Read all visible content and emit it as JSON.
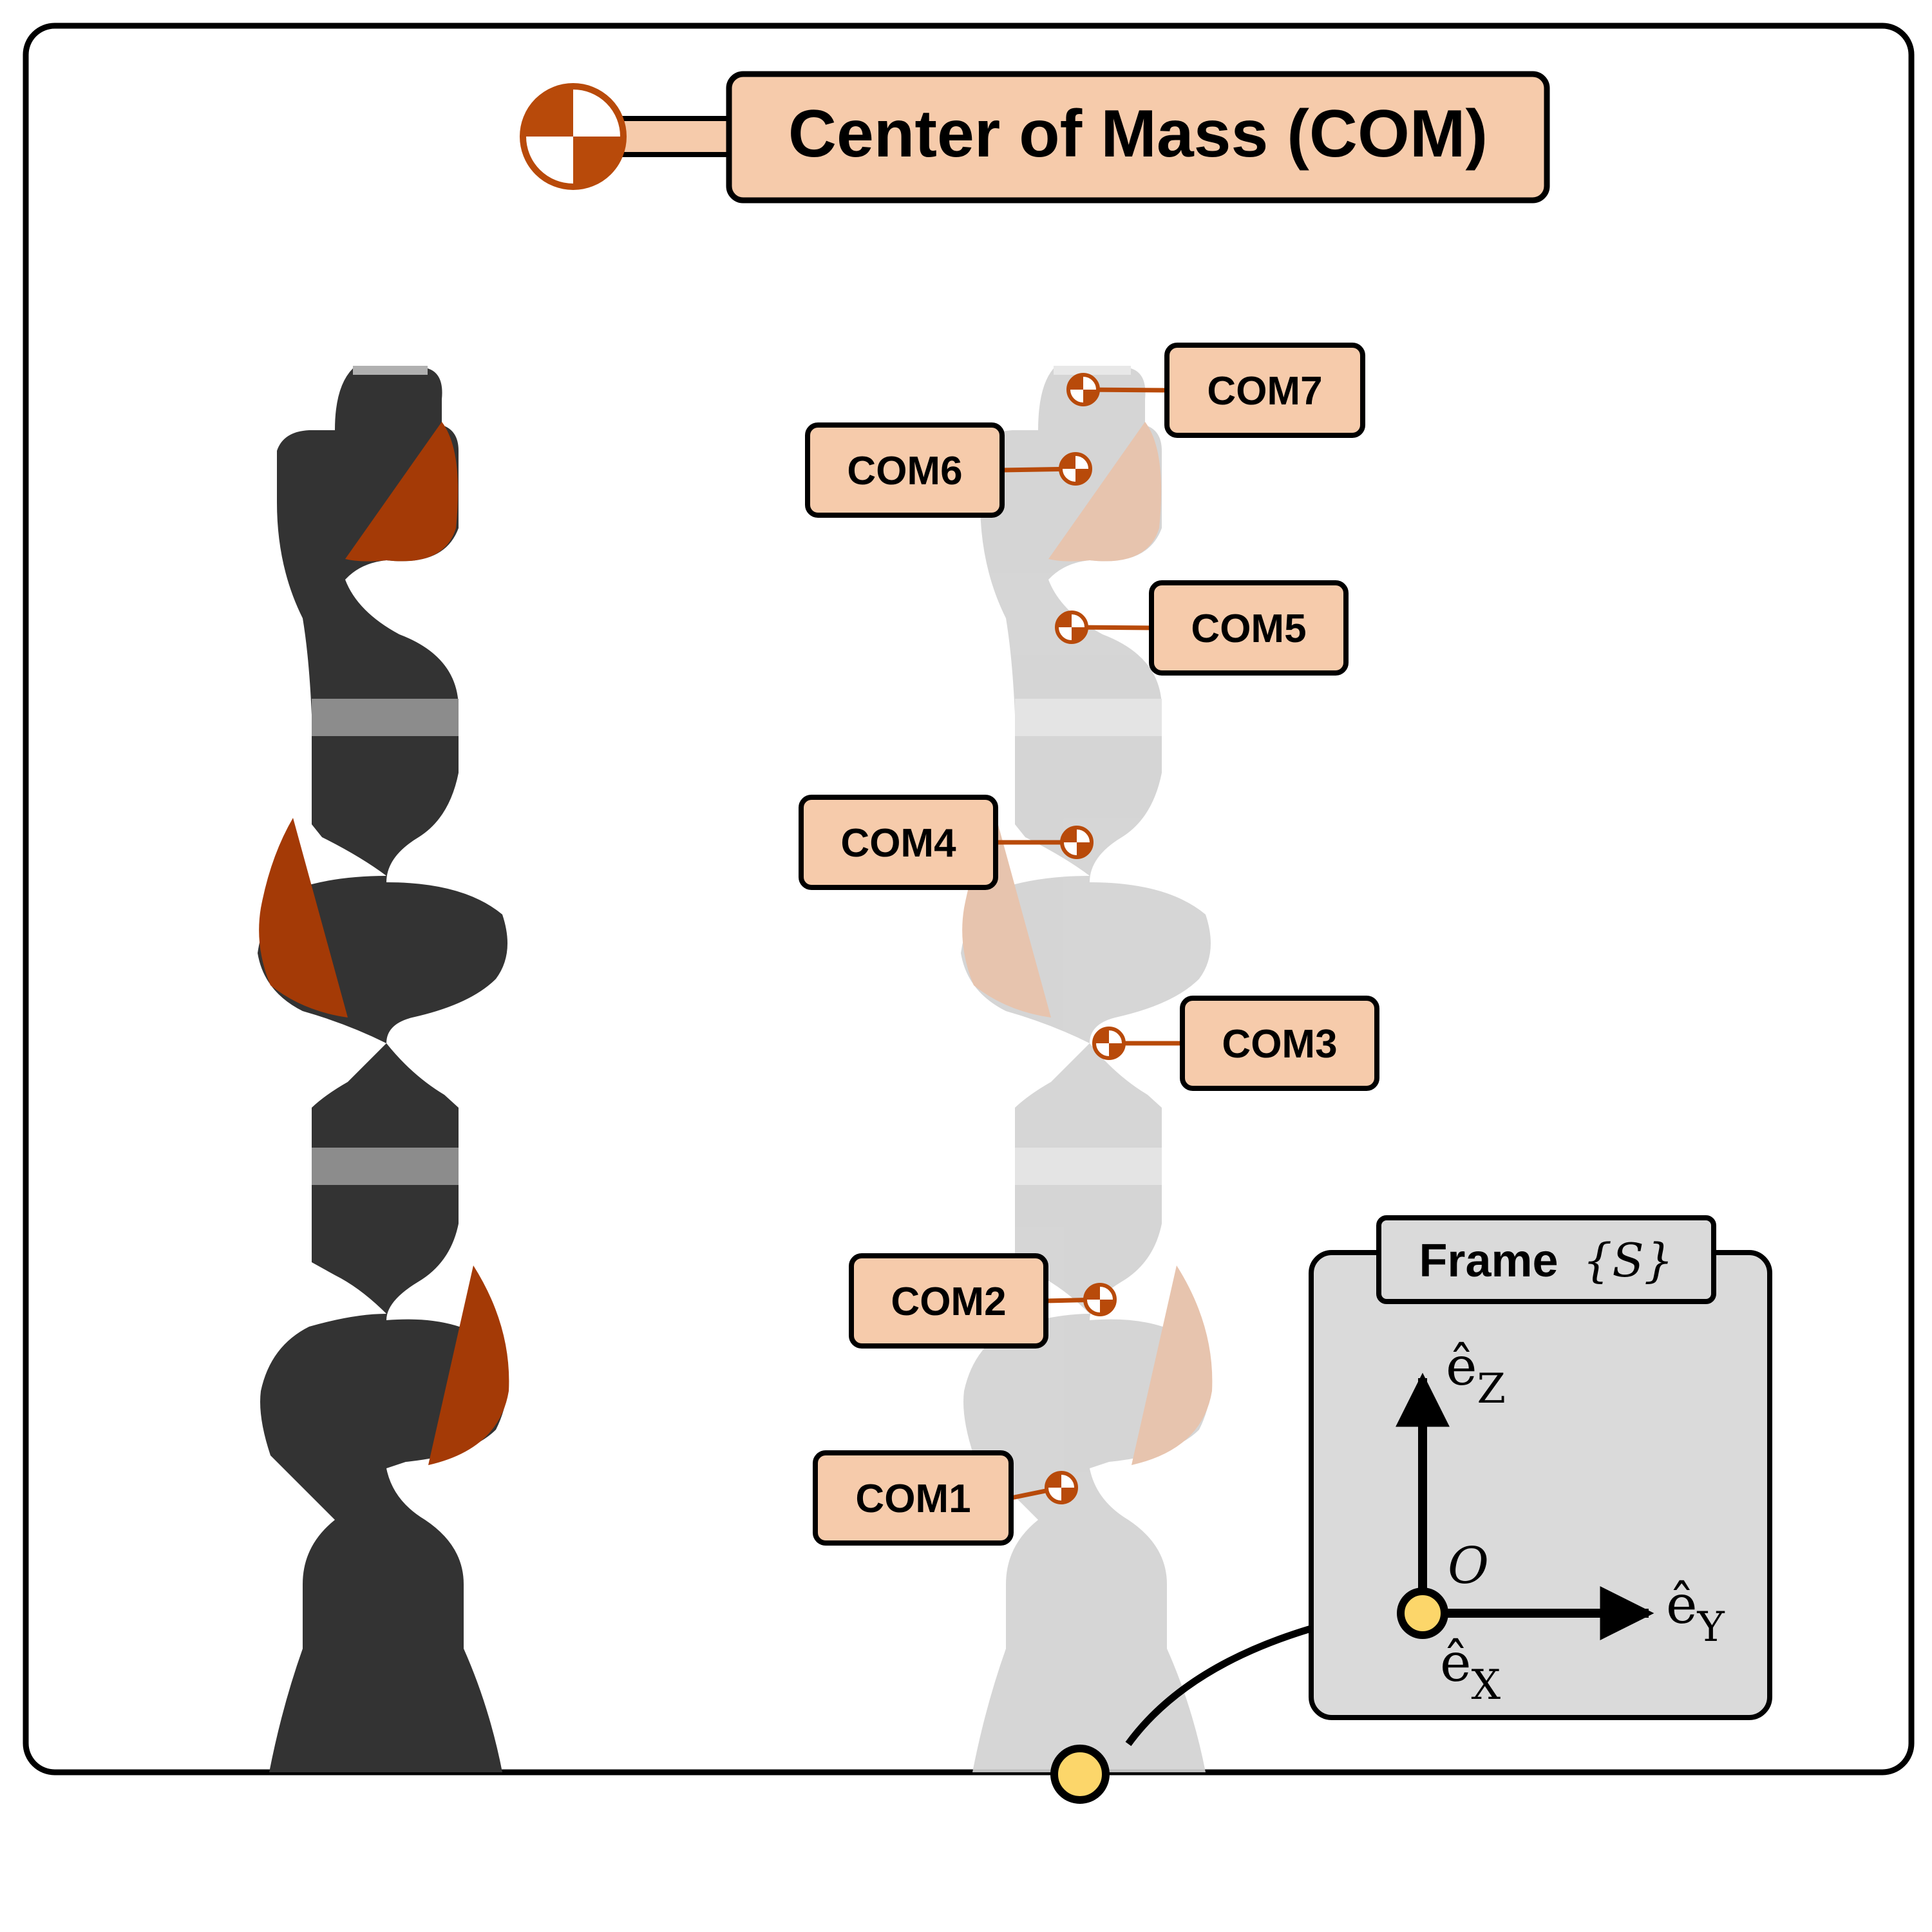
{
  "title": "Center of Mass (COM)",
  "colors": {
    "accent": "#b84a0a",
    "label_fill": "#f6cbab",
    "robot_dark": "#333333",
    "robot_orange": "#a43a06",
    "ghost_gray": "#d1d1d1",
    "ghost_orange": "#e5bea6",
    "frame_panel": "#dadada",
    "origin_marker": "#fcd66a"
  },
  "icons": {
    "com_marker": "com-marker-icon",
    "origin": "origin-marker-icon"
  },
  "com_labels": [
    "COM7",
    "COM6",
    "COM5",
    "COM4",
    "COM3",
    "COM2",
    "COM1"
  ],
  "frame": {
    "title_word": "Frame",
    "title_symbol": "{S}",
    "origin": "O",
    "axis_z": "ê",
    "axis_z_sub": "Z",
    "axis_y": "ê",
    "axis_y_sub": "Y",
    "axis_x": "ê",
    "axis_x_sub": "X"
  }
}
